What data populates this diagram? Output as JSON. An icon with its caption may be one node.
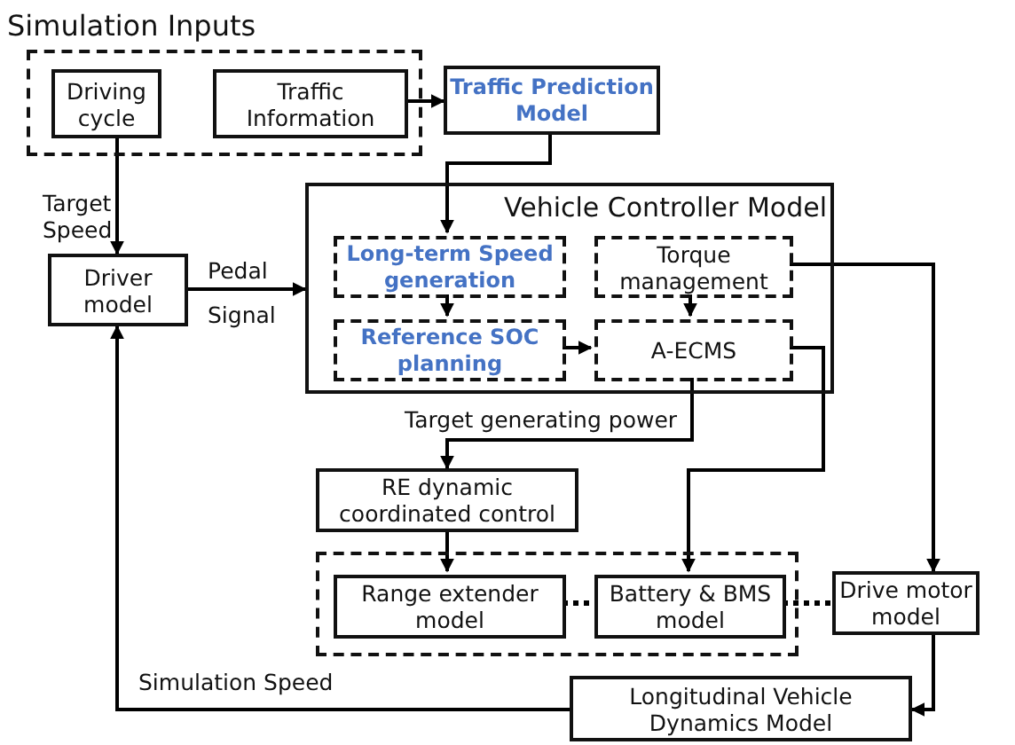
{
  "diagram": {
    "nodes": [
      {
        "text": [
          "Simulation Inputs"
        ]
      },
      {
        "text": [
          "Driving cycle"
        ],
        "in": 0
      },
      {
        "text": [
          "Traffic Information"
        ],
        "in": 0
      },
      {
        "text": [
          "Traffic Prediction Model"
        ]
      },
      {
        "text": [
          "Driver model"
        ]
      },
      {
        "text": [
          "Vehicle Controller Model"
        ]
      },
      {
        "text": [
          "Long-term Speed generation"
        ],
        "in": 5
      },
      {
        "text": [
          "Torque management"
        ],
        "in": 5
      },
      {
        "text": [
          "Reference SOC planning"
        ],
        "in": 5
      },
      {
        "text": [
          "A-ECMS"
        ],
        "in": 5
      },
      {
        "text": [
          "RE dynamic coordinated control"
        ]
      },
      {
        "text": [],
        "shape": "box"
      },
      {
        "text": [
          "Range extender model"
        ],
        "in": 11
      },
      {
        "text": [
          "Battery & BMS model"
        ],
        "in": 11
      },
      {
        "text": [
          "Drive motor model"
        ]
      },
      {
        "text": [
          "Longitudinal Vehicle Dynamics Model"
        ]
      }
    ],
    "edges": [
      {
        "from": 2,
        "to": 3,
        "arrow": "to"
      },
      {
        "from": 3,
        "to": 6,
        "arrow": "to"
      },
      {
        "from": 1,
        "to": 4,
        "arrow": "to",
        "label": "Target Speed"
      },
      {
        "from": 4,
        "to": 5,
        "arrow": "to",
        "label": "Pedal Signal"
      },
      {
        "from": 6,
        "to": 8,
        "arrow": "to"
      },
      {
        "from": 7,
        "to": 9,
        "arrow": "to"
      },
      {
        "from": 8,
        "to": 9,
        "arrow": "to"
      },
      {
        "from": 9,
        "to": 10,
        "arrow": "to",
        "label": "Target generating power"
      },
      {
        "from": 9,
        "to": 13,
        "arrow": "to"
      },
      {
        "from": 7,
        "to": 14,
        "arrow": "to"
      },
      {
        "from": 10,
        "to": 12,
        "arrow": "to"
      },
      {
        "from": 12,
        "to": 13,
        "arrow": "none",
        "style": "dashed"
      },
      {
        "from": 13,
        "to": 14,
        "arrow": "none",
        "style": "dashed"
      },
      {
        "from": 14,
        "to": 15,
        "arrow": "to"
      },
      {
        "from": 15,
        "to": 4,
        "arrow": "to",
        "label": "Simulation Speed"
      }
    ]
  }
}
